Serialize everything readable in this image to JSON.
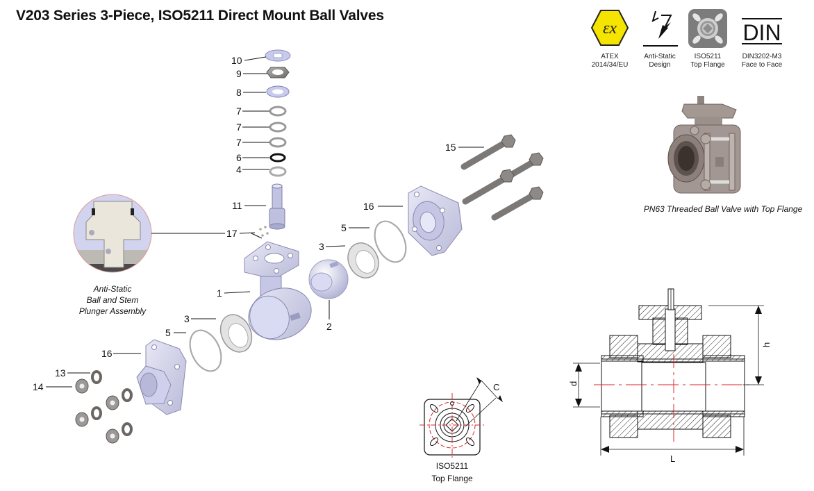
{
  "title": "V203 Series 3-Piece, ISO5211 Direct Mount Ball Valves",
  "certifications": [
    {
      "icon": "atex-ex-icon",
      "label_line1": "ATEX",
      "label_line2": "2014/34/EU",
      "color": "#f5e300"
    },
    {
      "icon": "anti-static-icon",
      "label_line1": "Anti-Static",
      "label_line2": "Design"
    },
    {
      "icon": "iso5211-flange-icon",
      "label_line1": "ISO5211",
      "label_line2": "Top Flange",
      "color": "#7a7a7a"
    },
    {
      "icon": "din-icon",
      "text": "DIN",
      "label_line1": "DIN3202-M3",
      "label_line2": "Face to Face"
    }
  ],
  "product_photo": {
    "caption": "PN63 Threaded Ball Valve with Top Flange"
  },
  "detail_inset": {
    "caption_line1": "Anti-Static",
    "caption_line2": "Ball and Stem",
    "caption_line3": "Plunger Assembly"
  },
  "part_labels": {
    "p10": "10",
    "p9": "9",
    "p8": "8",
    "p7a": "7",
    "p7b": "7",
    "p7c": "7",
    "p6": "6",
    "p4": "4",
    "p11": "11",
    "p17": "17",
    "p1": "1",
    "p2": "2",
    "p3a": "3",
    "p5a": "5",
    "p16a": "16",
    "p15": "15",
    "p3b": "3",
    "p5b": "5",
    "p16b": "16",
    "p13": "13",
    "p14": "14"
  },
  "flange_drawing": {
    "dimension": "C",
    "caption_line1": "ISO5211",
    "caption_line2": "Top Flange"
  },
  "section_drawing": {
    "dim_h": "h",
    "dim_d": "d",
    "dim_L": "L"
  },
  "colors": {
    "centerline": "#e0262b",
    "part_body": "#cfd0ea",
    "part_metal": "#8a8684"
  }
}
